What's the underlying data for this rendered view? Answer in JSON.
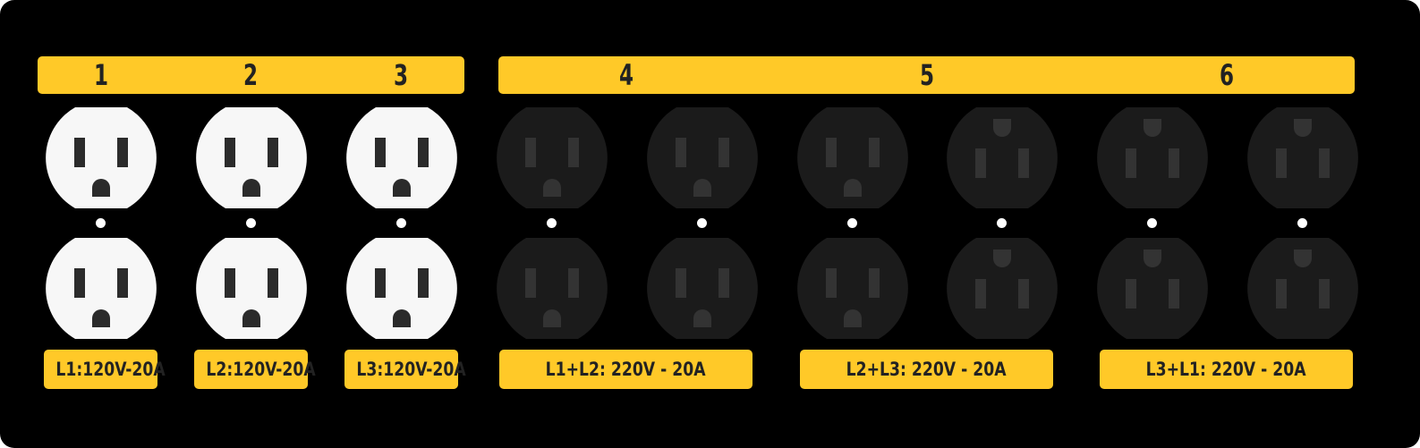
{
  "panel": {
    "background": "#000000",
    "accent": "#ffc928",
    "label_text_color": "#222222",
    "active_outlet_color": "#f7f7f7",
    "inactive_outlet_color": "#1b1b1b"
  },
  "circuits": [
    {
      "number": "1",
      "label": "L1:120V-20A",
      "active": true
    },
    {
      "number": "2",
      "label": "L2:120V-20A",
      "active": true
    },
    {
      "number": "3",
      "label": "L3:120V-20A",
      "active": true
    },
    {
      "number": "4",
      "label": "L1+L2: 220V - 20A",
      "active": false
    },
    {
      "number": "5",
      "label": "L2+L3: 220V - 20A",
      "active": false
    },
    {
      "number": "6",
      "label": "L3+L1: 220V - 20A",
      "active": false
    }
  ]
}
